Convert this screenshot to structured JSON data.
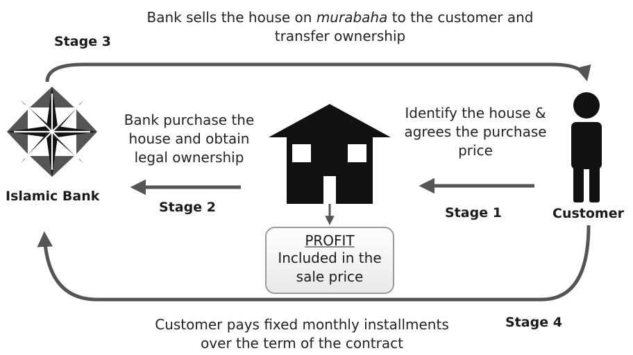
{
  "stage3": {
    "label": "Stage 3",
    "desc_prefix": "Bank sells the house on ",
    "desc_italic": "murabaha",
    "desc_suffix": " to the customer and",
    "desc_line2": "transfer ownership"
  },
  "stage2": {
    "label": "Stage 2",
    "desc": [
      "Bank purchase the",
      "house and obtain",
      "legal ownership"
    ]
  },
  "stage1": {
    "label": "Stage 1",
    "desc": [
      "Identify the house &",
      "agrees the purchase",
      "price"
    ]
  },
  "stage4": {
    "label": "Stage 4",
    "desc": [
      "Customer pays fixed monthly installments",
      "over the term of the contract"
    ]
  },
  "bank": {
    "label": "Islamic Bank"
  },
  "customer": {
    "label": "Customer"
  },
  "profit": {
    "title": "PROFIT",
    "body": [
      "Included in the",
      "sale price"
    ]
  },
  "colors": {
    "arrow": "#555555",
    "icon": "#111111",
    "box_border": "#9a9a9a"
  }
}
